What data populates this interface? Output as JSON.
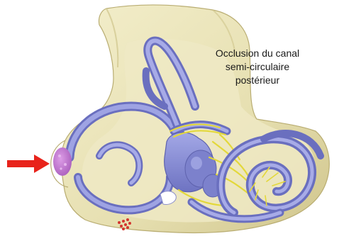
{
  "annotation": {
    "lines": [
      "Occlusion du canal",
      "semi-circulaire",
      "postérieur"
    ]
  },
  "colors": {
    "background": "#ffffff",
    "bone": "#ece6bb",
    "bone_shadow": "#d8cf9a",
    "bone_edge": "#b9ad72",
    "labyrinth": "#8a8fd6",
    "labyrinth_dark": "#5e62ad",
    "labyrinth_light": "#b3b7ec",
    "nerve": "#e9e04a",
    "occlusion": "#c77ad6",
    "arrow": "#e8231b",
    "dots": "#d3342e"
  },
  "icons": {
    "pointer": "red-arrow-icon",
    "occlusion": "occlusion-plug-icon"
  }
}
